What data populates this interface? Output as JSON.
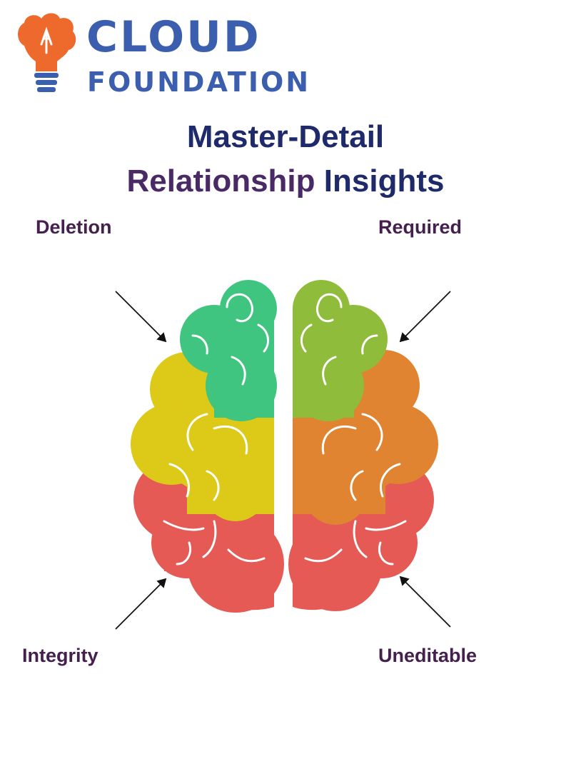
{
  "logo": {
    "line1": "CLOUD",
    "line2": "FOUNDATION",
    "icon": "lightbulb-brain-icon",
    "colors": {
      "text": "#3b5fae",
      "bulb": "#ee6a2c"
    }
  },
  "title": {
    "line1": "Master-Detail",
    "line2_word1": "Relationship",
    "line2_word2": "Insights"
  },
  "labels": {
    "top_left": "Deletion",
    "top_right": "Required",
    "bottom_left": "Integrity",
    "bottom_right": "Uneditable"
  },
  "brain_colors": {
    "green": "#3fc57f",
    "lime": "#8fbc3b",
    "yellow": "#ddc917",
    "orange": "#e08432",
    "red": "#e65a56"
  }
}
